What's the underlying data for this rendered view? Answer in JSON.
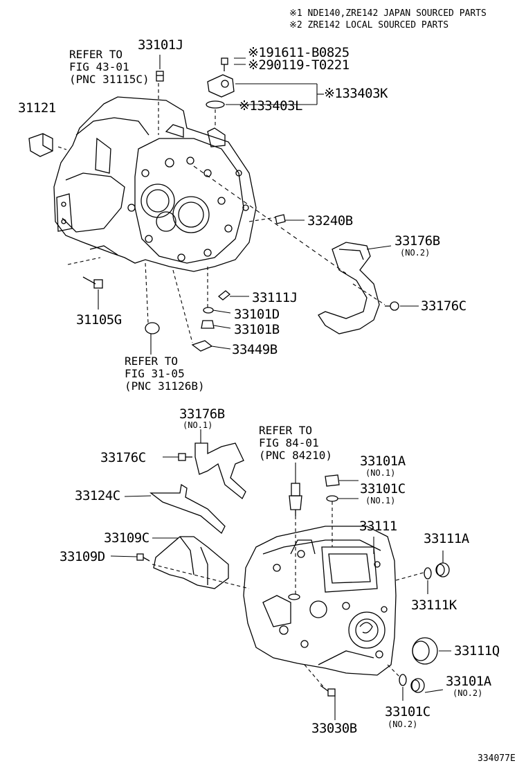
{
  "notes": [
    "※1 NDE140,ZRE142 JAPAN SOURCED PARTS",
    "※2 ZRE142 LOCAL SOURCED PARTS"
  ],
  "references": {
    "fig43": [
      "REFER TO",
      "FIG 43-01",
      "(PNC 31115C)"
    ],
    "fig31": [
      "REFER TO",
      "FIG 31-05",
      "(PNC 31126B)"
    ],
    "fig84": [
      "REFER TO",
      "FIG 84-01",
      "(PNC 84210)"
    ]
  },
  "parts": {
    "p33101J": "33101J",
    "p91611": "※191611-B0825",
    "p90119": "※290119-T0221",
    "p33403K": "※133403K",
    "p33403L": "※133403L",
    "p31121": "31121",
    "p33240B": "33240B",
    "p33176B_top": "33176B",
    "p33176B_top_sub": "(NO.2)",
    "p33176C_top": "33176C",
    "p33111J": "33111J",
    "p33101D": "33101D",
    "p33101B": "33101B",
    "p31105G": "31105G",
    "p33449B": "33449B",
    "p33176B_bot": "33176B",
    "p33176B_bot_sub": "(NO.1)",
    "p33176C_bot": "33176C",
    "p33124C": "33124C",
    "p33109C": "33109C",
    "p33109D": "33109D",
    "p33101A_top": "33101A",
    "p33101A_top_sub": "(NO.1)",
    "p33101C_top": "33101C",
    "p33101C_top_sub": "(NO.1)",
    "p33111": "33111",
    "p33111A": "33111A",
    "p33111K": "33111K",
    "p33111Q": "33111Q",
    "p33101A_bot": "33101A",
    "p33101A_bot_sub": "(NO.2)",
    "p33101C_bot": "33101C",
    "p33101C_bot_sub": "(NO.2)",
    "p33030B": "33030B"
  },
  "figure_id": "334077E"
}
